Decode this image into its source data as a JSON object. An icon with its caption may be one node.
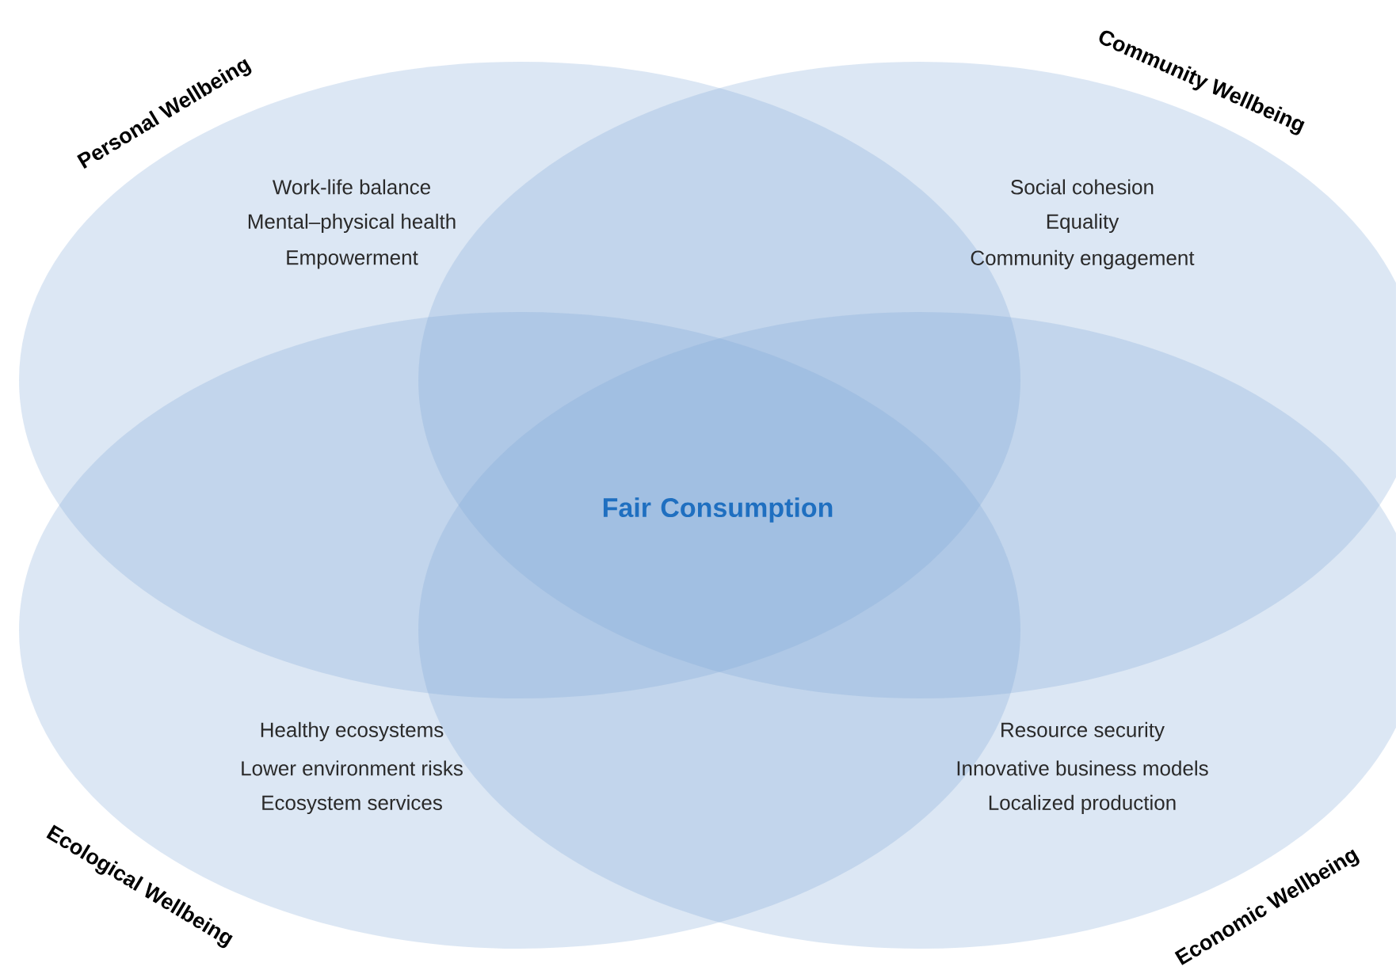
{
  "diagram": {
    "nodes": [
      {
        "text": [
          "Personal Wellbeing",
          "Work-life balance",
          "Mental–physical health",
          "Empowerment"
        ]
      },
      {
        "text": [
          "Community Wellbeing",
          "Social cohesion",
          "Equality",
          "Community engagement"
        ]
      },
      {
        "text": [
          "Ecological Wellbeing",
          "Healthy ecosystems",
          "Lower environment risks",
          "Ecosystem services"
        ]
      },
      {
        "text": [
          "Economic Wellbeing",
          "Resource security",
          "Innovative business models",
          "Localized production"
        ]
      }
    ],
    "labels": [
      "Fair Consumption"
    ]
  }
}
